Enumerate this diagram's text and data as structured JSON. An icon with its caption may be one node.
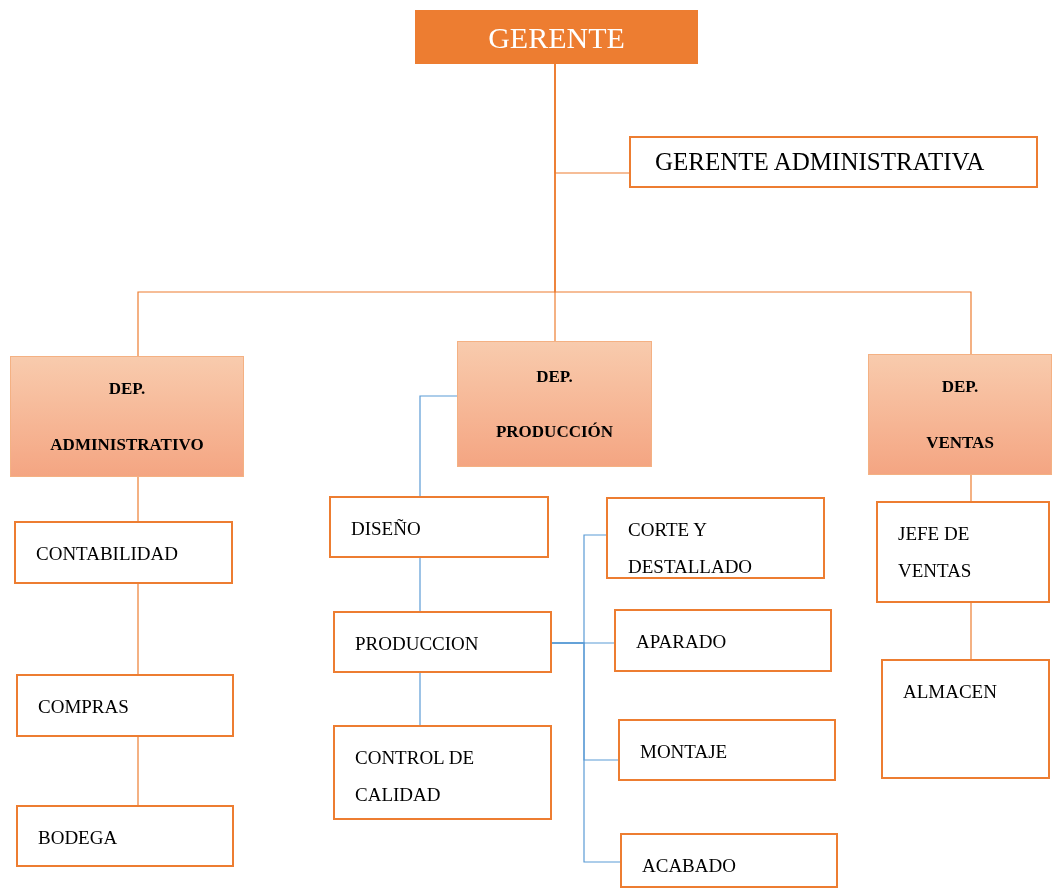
{
  "diagram": {
    "nodes": [
      {
        "text": [
          "GERENTE"
        ]
      },
      {
        "text": [
          "GERENTE ADMINISTRATIVA"
        ]
      },
      {
        "text": [
          "DEP.",
          "ADMINISTRATIVO"
        ]
      },
      {
        "text": [
          "DEP.",
          "PRODUCCIÓN"
        ]
      },
      {
        "text": [
          "DEP.",
          "VENTAS"
        ]
      },
      {
        "text": [
          "CONTABILIDAD"
        ]
      },
      {
        "text": [
          "COMPRAS"
        ]
      },
      {
        "text": [
          "BODEGA"
        ]
      },
      {
        "text": [
          "DISEÑO"
        ]
      },
      {
        "text": [
          "PRODUCCION"
        ]
      },
      {
        "text": [
          "CONTROL DE CALIDAD"
        ]
      },
      {
        "text": [
          "CORTE Y DESTALLADO"
        ]
      },
      {
        "text": [
          "APARADO"
        ]
      },
      {
        "text": [
          "MONTAJE"
        ]
      },
      {
        "text": [
          "ACABADO"
        ]
      },
      {
        "text": [
          "JEFE DE VENTAS"
        ]
      },
      {
        "text": [
          "ALMACEN"
        ]
      }
    ],
    "edges": [
      {
        "from": 0,
        "to": 1,
        "arrow": "none"
      },
      {
        "from": 0,
        "to": 2,
        "arrow": "none"
      },
      {
        "from": 0,
        "to": 3,
        "arrow": "none"
      },
      {
        "from": 0,
        "to": 4,
        "arrow": "none"
      },
      {
        "from": 2,
        "to": 5,
        "arrow": "none"
      },
      {
        "from": 5,
        "to": 6,
        "arrow": "none"
      },
      {
        "from": 6,
        "to": 7,
        "arrow": "none"
      },
      {
        "from": 3,
        "to": 8,
        "arrow": "none",
        "color": "#5b9bd5"
      },
      {
        "from": 8,
        "to": 9,
        "arrow": "none",
        "color": "#5b9bd5"
      },
      {
        "from": 9,
        "to": 10,
        "arrow": "none",
        "color": "#5b9bd5"
      },
      {
        "from": 9,
        "to": 11,
        "arrow": "none",
        "color": "#5b9bd5"
      },
      {
        "from": 9,
        "to": 12,
        "arrow": "none",
        "color": "#5b9bd5"
      },
      {
        "from": 9,
        "to": 13,
        "arrow": "none",
        "color": "#5b9bd5"
      },
      {
        "from": 9,
        "to": 14,
        "arrow": "none",
        "color": "#5b9bd5"
      },
      {
        "from": 4,
        "to": 15,
        "arrow": "none"
      },
      {
        "from": 15,
        "to": 16,
        "arrow": "none"
      }
    ]
  }
}
